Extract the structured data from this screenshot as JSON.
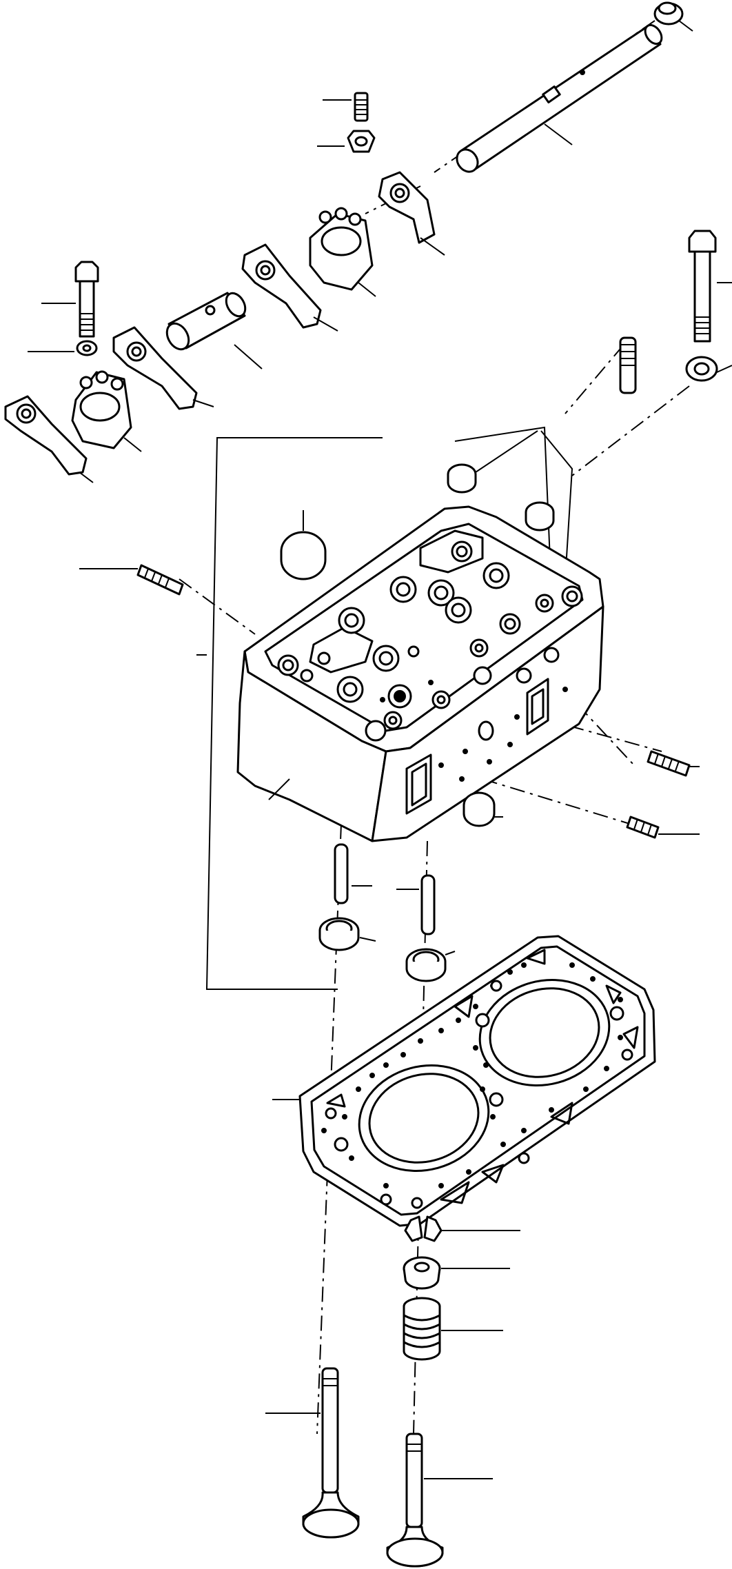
{
  "diagram": {
    "kind": "exploded parts view",
    "line_color": "#000000",
    "background_color": "#ffffff",
    "parts": [
      "cap-plug",
      "rocker-shaft",
      "adjusting-screw",
      "lock-nut",
      "rocker-arm",
      "rocker-bracket",
      "shaft-sleeve",
      "bracket-bolt",
      "washer",
      "cylinder-head",
      "head-stud",
      "valve-guide-seal",
      "welch-plug",
      "dowel-pin",
      "insert-seat",
      "head-gasket",
      "valve-keeper",
      "spring-retainer",
      "valve-spring",
      "intake-valve",
      "exhaust-valve",
      "head-bolt",
      "bolt-washer"
    ]
  }
}
